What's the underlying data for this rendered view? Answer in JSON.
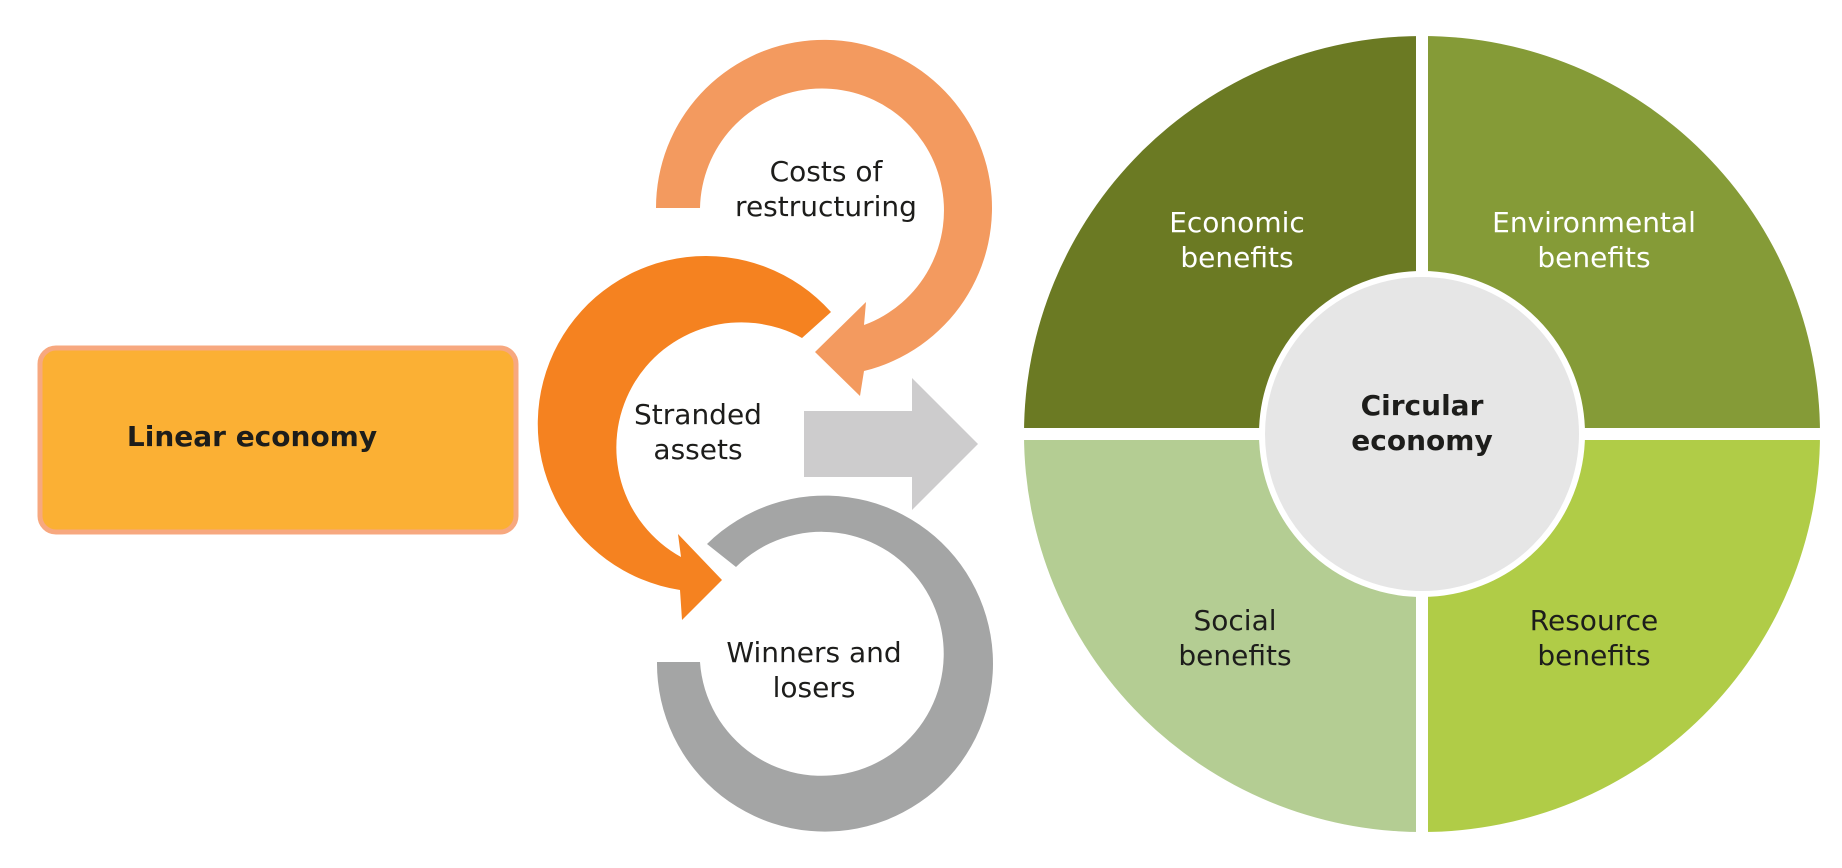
{
  "linear_box": {
    "label": "Linear economy"
  },
  "arcs": {
    "costs": {
      "line1": "Costs of",
      "line2": "restructuring"
    },
    "stranded": {
      "line1": "Stranded",
      "line2": "assets"
    },
    "winners": {
      "line1": "Winners and",
      "line2": "losers"
    }
  },
  "circle": {
    "center": {
      "line1": "Circular",
      "line2": "economy"
    },
    "economic": {
      "line1": "Economic",
      "line2": "benefits"
    },
    "environmental": {
      "line1": "Environmental",
      "line2": "benefits"
    },
    "social": {
      "line1": "Social",
      "line2": "benefits"
    },
    "resource": {
      "line1": "Resource",
      "line2": "benefits"
    }
  },
  "colors": {
    "linear_box_fill": "#fbb034",
    "linear_box_border": "#f7a87f",
    "costs_arc": "#f39a5f",
    "stranded_arc": "#f58220",
    "winners_arc": "#a4a5a5",
    "transition_arrow": "#cdcccd",
    "economic": "#6b7a23",
    "environmental": "#859b37",
    "social": "#b4cd93",
    "resource": "#b0cc47",
    "center": "#e6e6e6"
  }
}
